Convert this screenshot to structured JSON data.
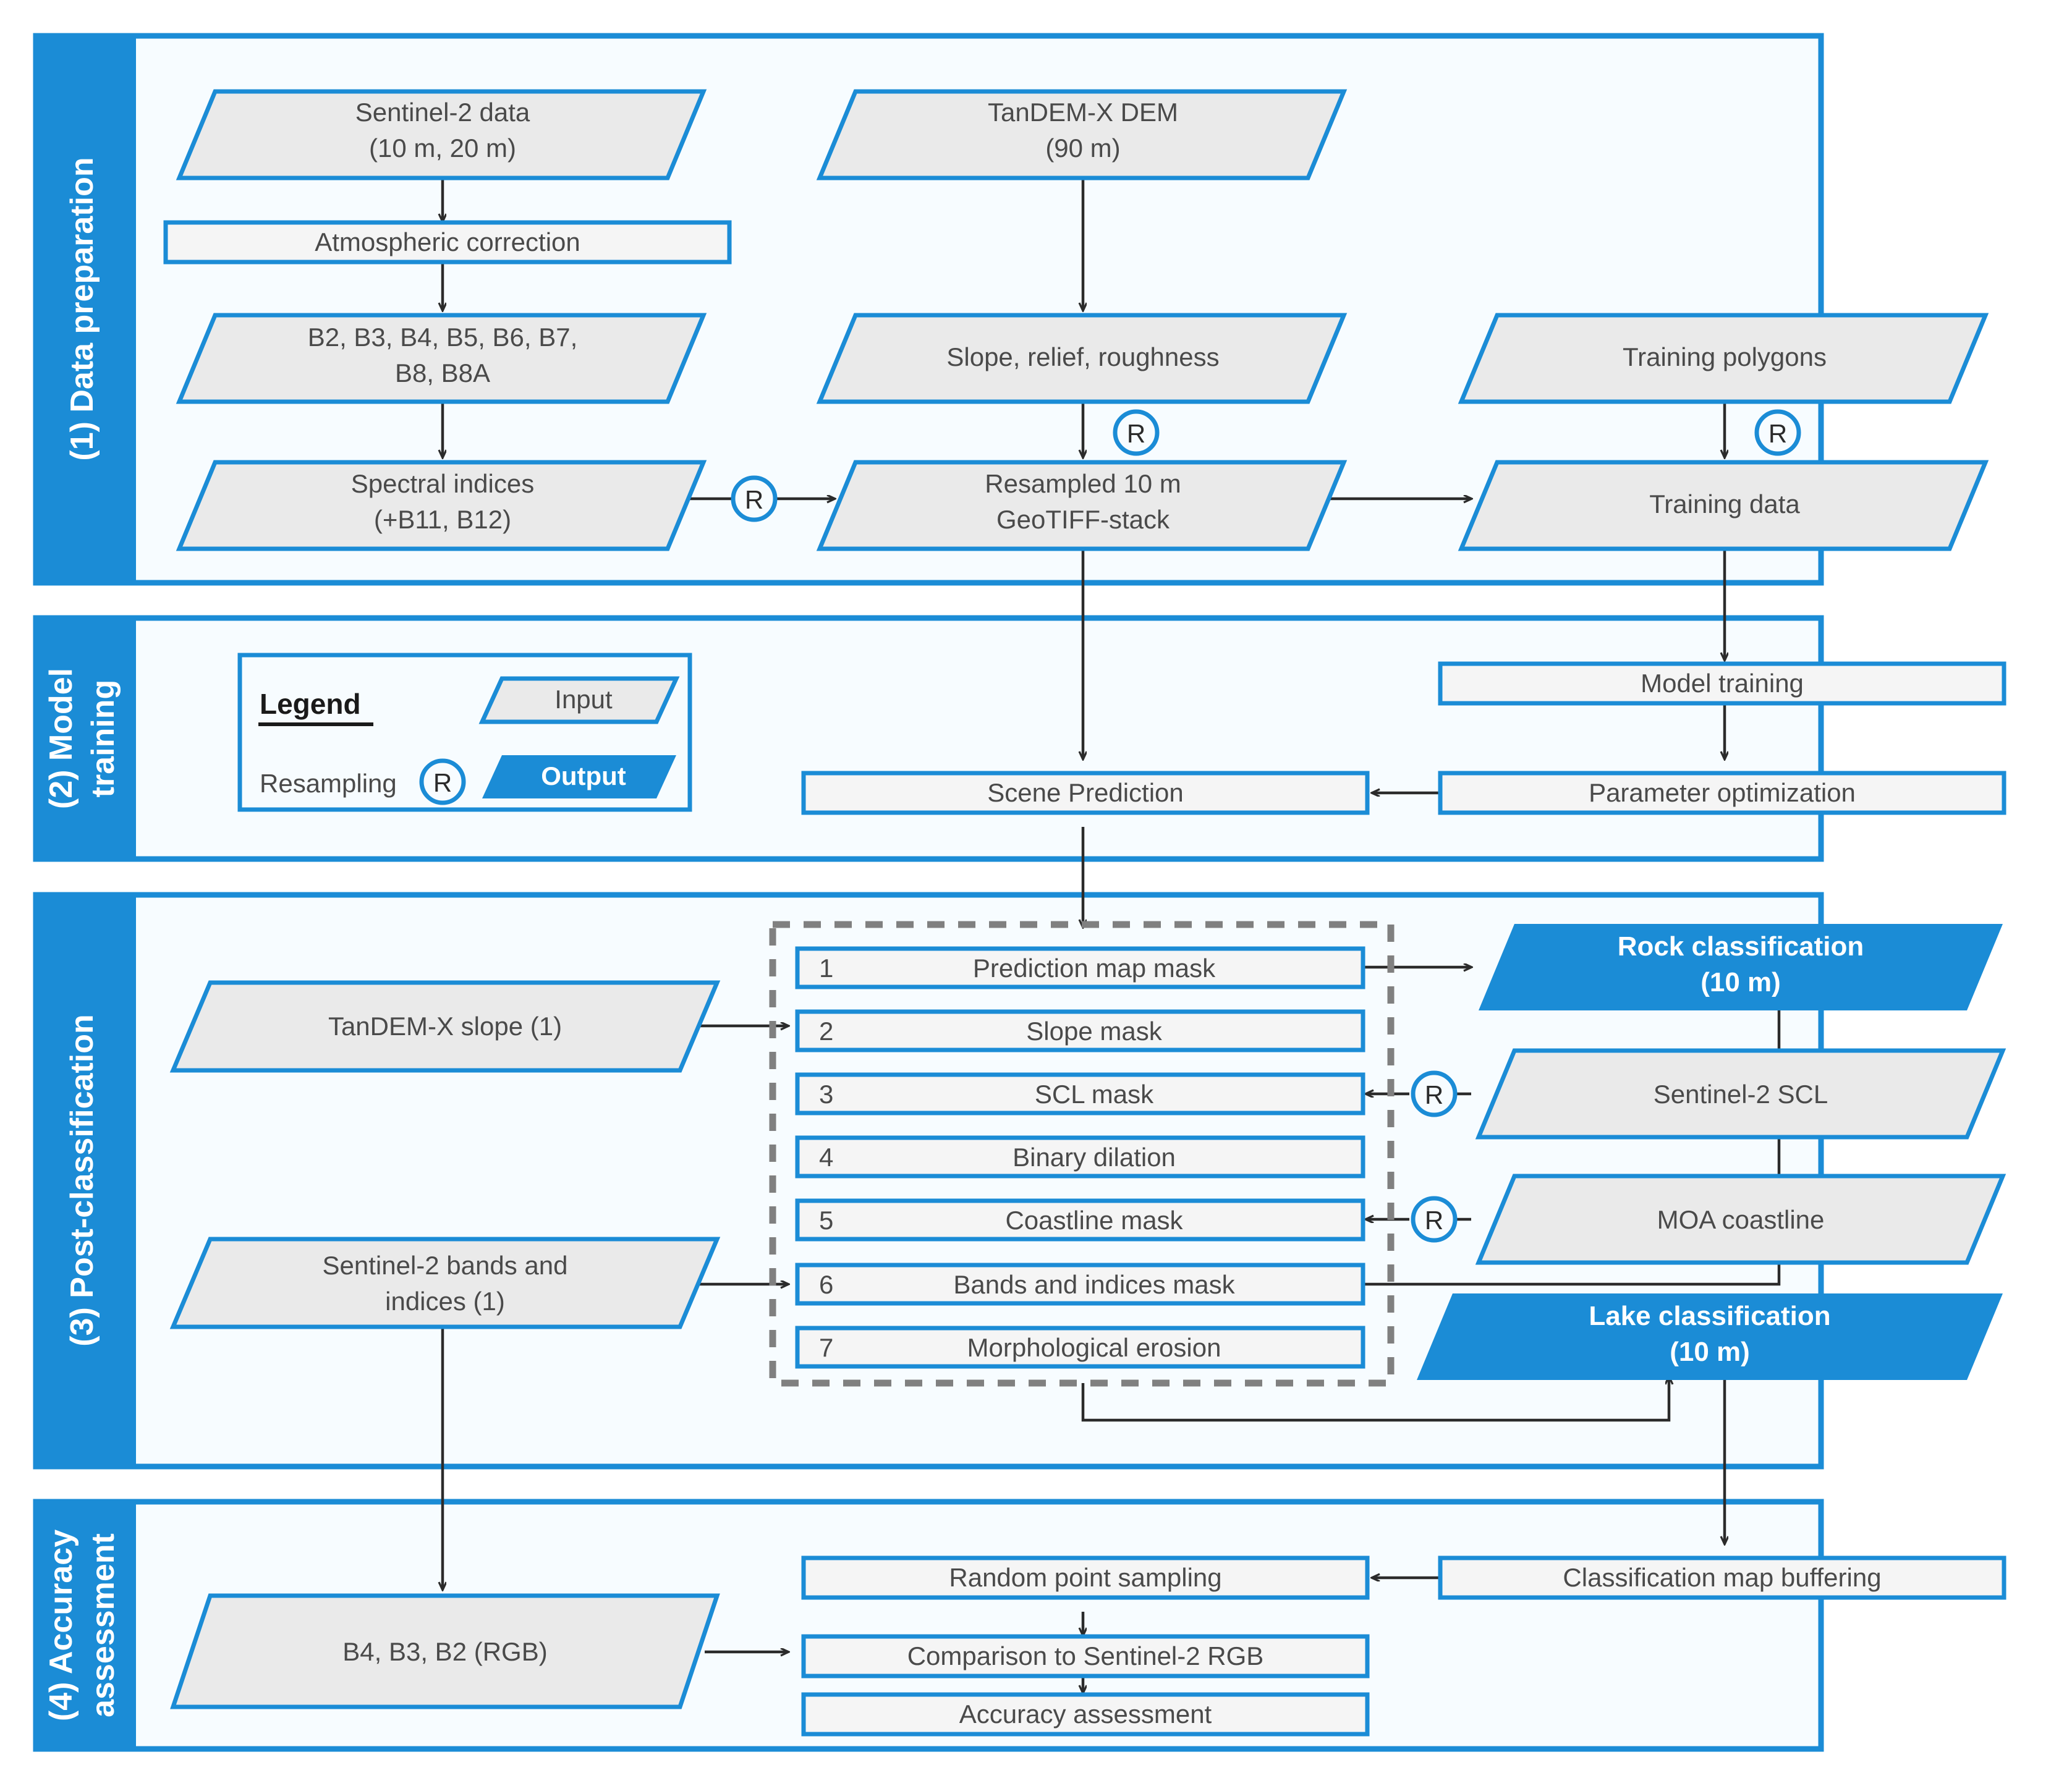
{
  "colors": {
    "accent": "#1B8CD6",
    "panel_fill": "#F7FCFF",
    "node_fill": "#EAEAEA",
    "process_fill": "#F5F5F5",
    "text": "#4A4A4A",
    "dash_grey": "#808080",
    "arrow": "#2B2B2B",
    "white": "#FFFFFF"
  },
  "sections": [
    {
      "id": "s1",
      "label": "(1) Data preparation"
    },
    {
      "id": "s2",
      "label": "(2) Model\ntraining"
    },
    {
      "id": "s3",
      "label": "(3) Post-classification"
    },
    {
      "id": "s4",
      "label": "(4) Accuracy\nassessment"
    }
  ],
  "section_labels": {
    "s1": "(1) Data preparation",
    "s2_line1": "(2) Model",
    "s2_line2": "training",
    "s3": "(3) Post-classification",
    "s4_line1": "(4) Accuracy",
    "s4_line2": "assessment"
  },
  "legend": {
    "title": "Legend",
    "resampling_label": "Resampling",
    "resampling_symbol": "R",
    "input_label": "Input",
    "output_label": "Output"
  },
  "nodes": {
    "sentinel2_data_l1": "Sentinel-2 data",
    "sentinel2_data_l2": "(10 m, 20 m)",
    "atmospheric_correction": "Atmospheric correction",
    "bands_l1": "B2, B3, B4, B5, B6, B7,",
    "bands_l2": "B8, B8A",
    "spectral_indices_l1": "Spectral indices",
    "spectral_indices_l2": "(+B11, B12)",
    "tandem_dem_l1": "TanDEM-X DEM",
    "tandem_dem_l2": "(90 m)",
    "slope_relief_roughness": "Slope, relief, roughness",
    "resampled_stack_l1": "Resampled 10 m",
    "resampled_stack_l2": "GeoTIFF-stack",
    "training_polygons": "Training polygons",
    "training_data": "Training data",
    "model_training": "Model training",
    "parameter_optimization": "Parameter optimization",
    "scene_prediction": "Scene Prediction",
    "tandem_slope": "TanDEM-X slope (1)",
    "s2_bands_indices_l1": "Sentinel-2 bands and",
    "s2_bands_indices_l2": "indices (1)",
    "sentinel2_scl": "Sentinel-2 SCL",
    "moa_coastline": "MOA coastline",
    "rock_classification_l1": "Rock classification",
    "rock_classification_l2": "(10 m)",
    "lake_classification_l1": "Lake classification",
    "lake_classification_l2": "(10 m)",
    "classification_map_buffering": "Classification map buffering",
    "random_point_sampling": "Random point sampling",
    "comparison_to_rgb": "Comparison to Sentinel-2 RGB",
    "accuracy_assessment": "Accuracy assessment",
    "rgb_bands": "B4, B3, B2 (RGB)"
  },
  "mask_steps": [
    {
      "num": "1",
      "label": "Prediction map mask"
    },
    {
      "num": "2",
      "label": "Slope mask"
    },
    {
      "num": "3",
      "label": "SCL mask"
    },
    {
      "num": "4",
      "label": "Binary dilation"
    },
    {
      "num": "5",
      "label": "Coastline mask"
    },
    {
      "num": "6",
      "label": "Bands and indices mask"
    },
    {
      "num": "7",
      "label": "Morphological erosion"
    }
  ],
  "resampling_markers": [
    {
      "id": "r-slope-to-stack",
      "symbol": "R"
    },
    {
      "id": "r-polygons-to-training",
      "symbol": "R"
    },
    {
      "id": "r-indices-to-stack",
      "symbol": "R"
    },
    {
      "id": "r-scl-to-mask",
      "symbol": "R"
    },
    {
      "id": "r-coastline-to-mask",
      "symbol": "R"
    }
  ]
}
